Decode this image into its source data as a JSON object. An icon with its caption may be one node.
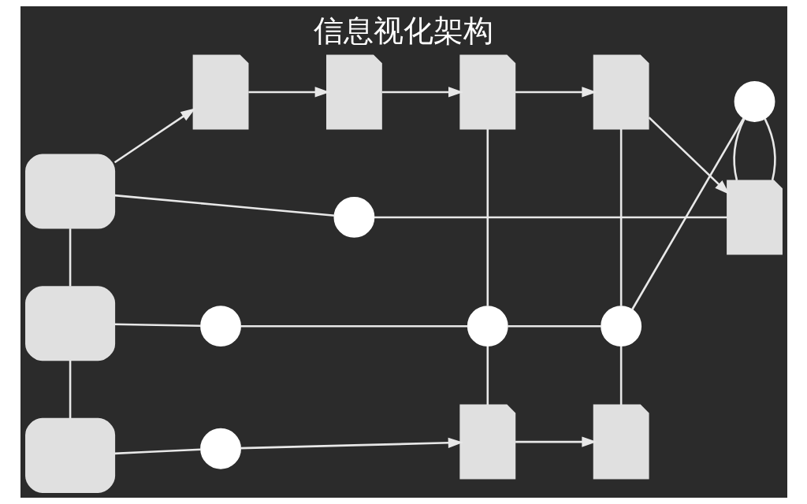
{
  "diagram": {
    "title": "信息视化架构",
    "nodes": [
      {
        "text": [],
        "shape": "circle"
      },
      {
        "text": [],
        "shape": "card"
      },
      {
        "text": [],
        "shape": "document"
      },
      {
        "text": [],
        "shape": "document"
      },
      {
        "text": [],
        "shape": "document"
      },
      {
        "text": [],
        "shape": "document"
      },
      {
        "text": [],
        "shape": "document"
      },
      {
        "text": [],
        "shape": "card"
      },
      {
        "text": [],
        "shape": "circle"
      },
      {
        "text": [],
        "shape": "circle"
      },
      {
        "text": [],
        "shape": "circle"
      },
      {
        "text": [],
        "shape": "circle"
      },
      {
        "text": [],
        "shape": "card"
      },
      {
        "text": [],
        "shape": "circle"
      },
      {
        "text": [],
        "shape": "document"
      },
      {
        "text": [],
        "shape": "document"
      }
    ],
    "edges": [
      {
        "from": 1,
        "to": 0,
        "arrow": "none"
      },
      {
        "from": 0,
        "to": 6,
        "arrow": "none"
      },
      {
        "from": 1,
        "to": 7,
        "arrow": "none"
      },
      {
        "from": 7,
        "to": 12,
        "arrow": "none"
      },
      {
        "from": 1,
        "to": 2,
        "arrow": "to"
      },
      {
        "from": 2,
        "to": 3,
        "arrow": "to"
      },
      {
        "from": 3,
        "to": 4,
        "arrow": "to"
      },
      {
        "from": 4,
        "to": 5,
        "arrow": "to"
      },
      {
        "from": 5,
        "to": 6,
        "arrow": "to"
      },
      {
        "from": 7,
        "to": 8,
        "arrow": "none"
      },
      {
        "from": 8,
        "to": 9,
        "arrow": "none"
      },
      {
        "from": 9,
        "to": 10,
        "arrow": "none"
      },
      {
        "from": 10,
        "to": 11,
        "arrow": "none"
      },
      {
        "from": 11,
        "to": 6,
        "arrow": "none"
      },
      {
        "from": 4,
        "to": 9,
        "arrow": "none"
      },
      {
        "from": 5,
        "to": 10,
        "arrow": "none"
      },
      {
        "from": 6,
        "to": 11,
        "arrow": "none"
      },
      {
        "from": 9,
        "to": 14,
        "arrow": "none"
      },
      {
        "from": 10,
        "to": 15,
        "arrow": "none"
      },
      {
        "from": 12,
        "to": 13,
        "arrow": "none"
      },
      {
        "from": 13,
        "to": 14,
        "arrow": "to"
      },
      {
        "from": 14,
        "to": 15,
        "arrow": "to"
      }
    ]
  }
}
